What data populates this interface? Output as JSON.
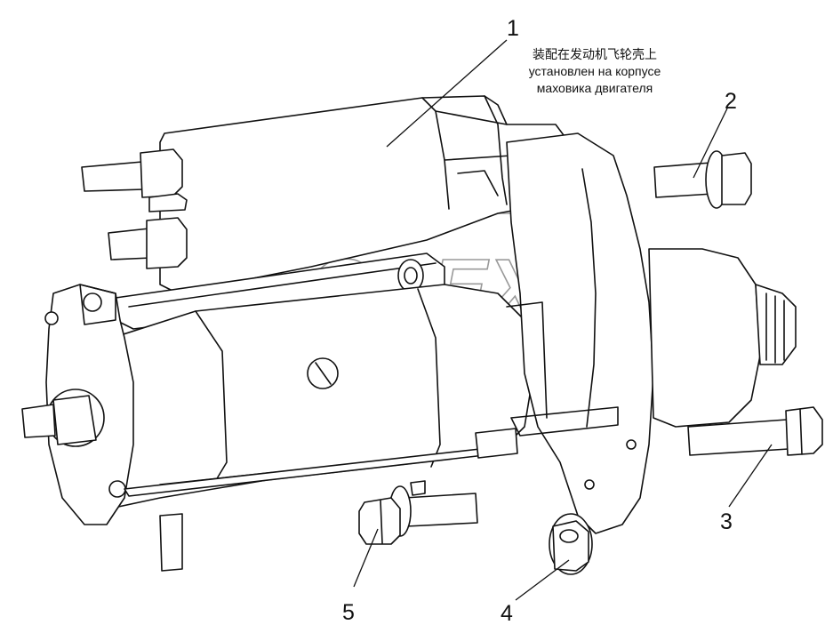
{
  "note": {
    "line_zh": "装配在发动机飞轮壳上",
    "line_ru_1": "установлен на корпусе",
    "line_ru_2": "маховика двигателя"
  },
  "watermark": "OPEX",
  "callouts": [
    "1",
    "2",
    "3",
    "4",
    "5"
  ],
  "parts": {
    "p1": "starter-motor",
    "p2": "short-bolt-with-flange",
    "p3": "long-bolt",
    "p4": "flange-nut",
    "p5": "stud-bolt"
  }
}
